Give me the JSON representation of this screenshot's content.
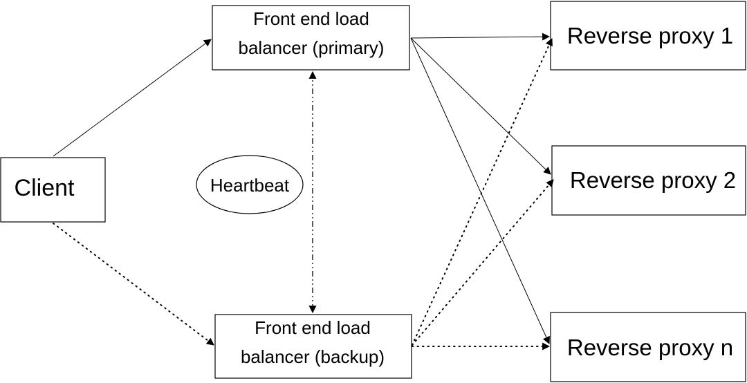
{
  "nodes": {
    "client": {
      "label": "Client"
    },
    "primary": {
      "line1": "Front end load",
      "line2": "balancer (primary)"
    },
    "backup": {
      "line1": "Front end load",
      "line2": "balancer (backup)"
    },
    "proxy1": {
      "label": "Reverse proxy 1"
    },
    "proxy2": {
      "label": "Reverse proxy 2"
    },
    "proxyn": {
      "label": "Reverse proxy n"
    },
    "heartbeat": {
      "label": "Heartbeat"
    }
  },
  "colors": {
    "stroke": "#000000",
    "background": "#ffffff"
  }
}
